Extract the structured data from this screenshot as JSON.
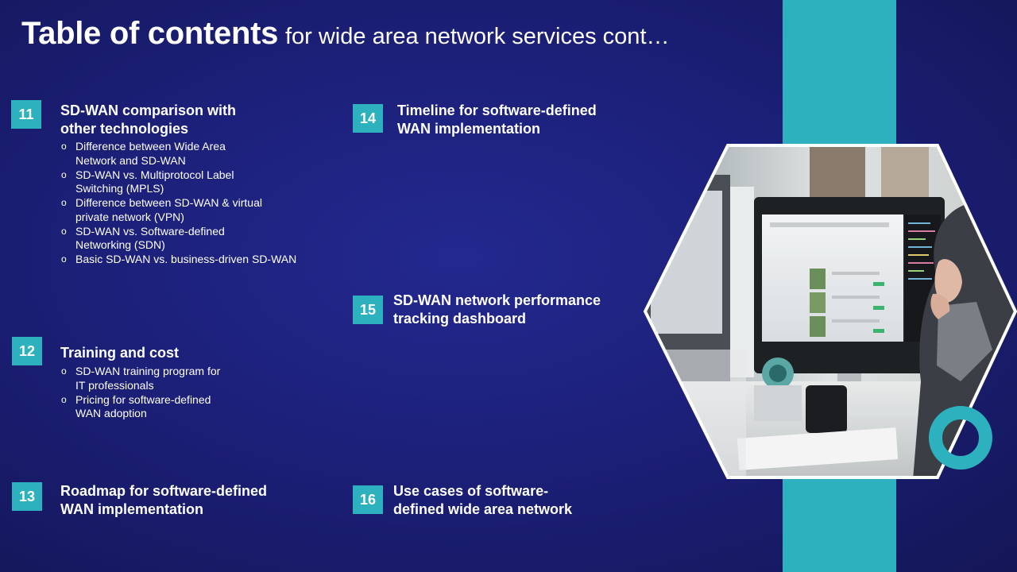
{
  "title": {
    "bold": "Table of contents",
    "rest": "for wide area network services cont…"
  },
  "items": [
    {
      "number": "11",
      "title_lines": [
        "SD-WAN comparison with",
        "other technologies"
      ],
      "subitems": [
        [
          "Difference between Wide Area",
          "Network and SD-WAN"
        ],
        [
          "SD-WAN vs. Multiprotocol Label",
          "Switching (MPLS)"
        ],
        [
          "Difference between SD-WAN & virtual",
          "private network (VPN)"
        ],
        [
          "SD-WAN vs. Software-defined",
          "Networking (SDN)"
        ],
        [
          "Basic SD-WAN vs. business-driven SD-WAN"
        ]
      ]
    },
    {
      "number": "12",
      "title_lines": [
        "Training and cost"
      ],
      "subitems": [
        [
          "SD-WAN training program for",
          "IT professionals"
        ],
        [
          "Pricing for software-defined",
          "WAN adoption"
        ]
      ]
    },
    {
      "number": "13",
      "title_lines": [
        "Roadmap for software-defined",
        "WAN implementation"
      ],
      "subitems": []
    },
    {
      "number": "14",
      "title_lines": [
        "Timeline for software-defined",
        "WAN implementation"
      ],
      "subitems": []
    },
    {
      "number": "15",
      "title_lines": [
        "SD-WAN network performance",
        "tracking dashboard"
      ],
      "subitems": []
    },
    {
      "number": "16",
      "title_lines": [
        "Use cases of software-",
        "defined wide area network"
      ],
      "subitems": []
    }
  ],
  "colors": {
    "background": "#1c2079",
    "accent": "#2db1bf",
    "text": "#ffffff"
  },
  "image": {
    "subject": "person-at-computer-monitor-photo"
  }
}
